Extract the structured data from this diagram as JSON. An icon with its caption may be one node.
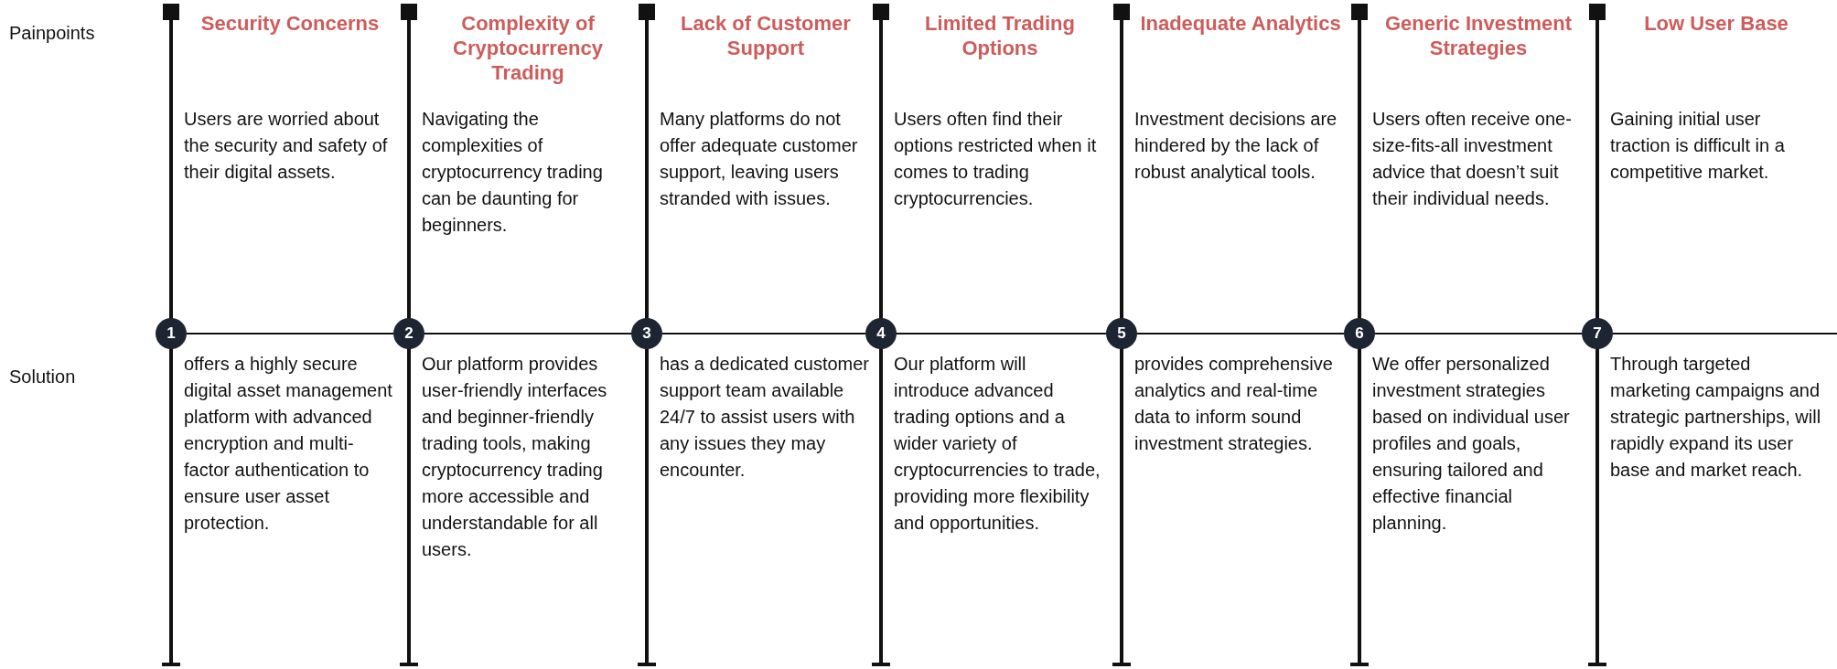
{
  "diagram": {
    "nodes": [
      {
        "text": [
          "1"
        ]
      },
      {
        "text": [
          "2"
        ]
      },
      {
        "text": [
          "3"
        ]
      },
      {
        "text": [
          "4"
        ]
      },
      {
        "text": [
          "5"
        ]
      },
      {
        "text": [
          "6"
        ]
      },
      {
        "text": [
          "7"
        ]
      }
    ],
    "edges": [
      {
        "from": 0,
        "to": 1,
        "arrow": "none"
      },
      {
        "from": 1,
        "to": 2,
        "arrow": "none"
      },
      {
        "from": 2,
        "to": 3,
        "arrow": "none"
      },
      {
        "from": 3,
        "to": 4,
        "arrow": "none"
      },
      {
        "from": 4,
        "to": 5,
        "arrow": "none"
      },
      {
        "from": 5,
        "to": 6,
        "arrow": "none"
      }
    ],
    "labels": [
      "Painpoints",
      "Security Concerns",
      "Complexity of Cryptocurrency Trading",
      "Lack of Customer Support",
      "Limited Trading Options",
      "Inadequate Analytics",
      "Generic Investment Strategies",
      "Low User Base",
      "Users are worried about the security and safety of their digital assets.",
      "Navigating the complexities of cryptocurrency trading can be daunting for beginners.",
      "Many platforms do not offer adequate customer support, leaving users stranded with issues.",
      "Users often find their options restricted when it comes to trading cryptocurrencies.",
      "Investment decisions are hindered by the lack of robust analytical tools.",
      "Users often receive one-size-fits-all investment advice that doesn’t suit their individual needs.",
      "Gaining initial user traction is difficult in a competitive market.",
      "Solution",
      "offers a highly secure digital asset management platform with advanced encryption and multi-factor authentication to ensure user asset protection.",
      "Our platform provides user-friendly interfaces and beginner-friendly trading tools, making cryptocurrency trading more accessible and understandable for all users.",
      "has a dedicated customer support team available 24/7 to assist users with any issues they may encounter.",
      "Our platform will introduce advanced trading options and a wider variety of cryptocurrencies to trade, providing more flexibility and opportunities.",
      "provides comprehensive analytics and real-time data to inform sound investment strategies.",
      "We offer personalized investment strategies based on individual user profiles and goals, ensuring tailored and effective financial planning.",
      "Through targeted marketing campaigns and strategic partnerships, will rapidly expand its user base and market reach."
    ]
  }
}
